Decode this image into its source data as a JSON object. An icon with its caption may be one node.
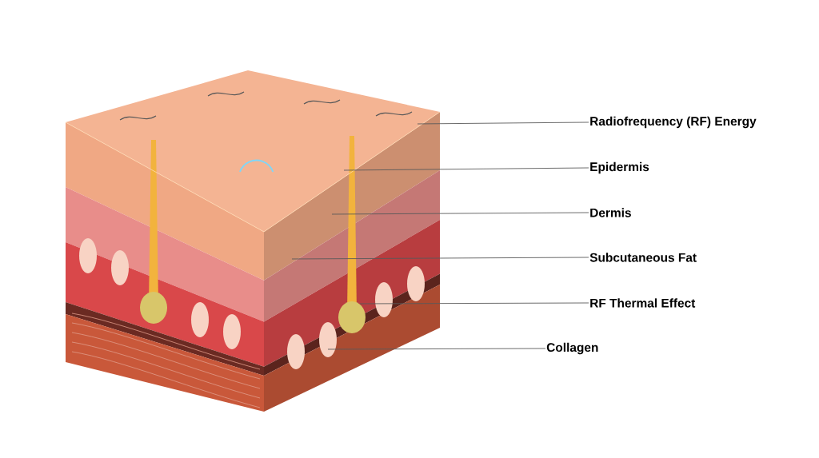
{
  "diagram": {
    "nodes": [
      {
        "text": [
          "Radiofrequency (RF) Energy"
        ]
      },
      {
        "text": [
          "Epidermis"
        ]
      },
      {
        "text": [
          "Dermis"
        ]
      },
      {
        "text": [
          "Subcutaneous Fat"
        ]
      },
      {
        "text": [
          "RF Thermal Effect"
        ]
      },
      {
        "text": [
          "Collagen"
        ]
      }
    ],
    "edges": [
      {
        "from": 0,
        "to": null,
        "arrow": "none"
      },
      {
        "from": 1,
        "to": null,
        "arrow": "none"
      },
      {
        "from": 2,
        "to": null,
        "arrow": "none"
      },
      {
        "from": 3,
        "to": null,
        "arrow": "none"
      },
      {
        "from": 4,
        "to": null,
        "arrow": "none"
      },
      {
        "from": 5,
        "to": null,
        "arrow": "none"
      }
    ]
  }
}
